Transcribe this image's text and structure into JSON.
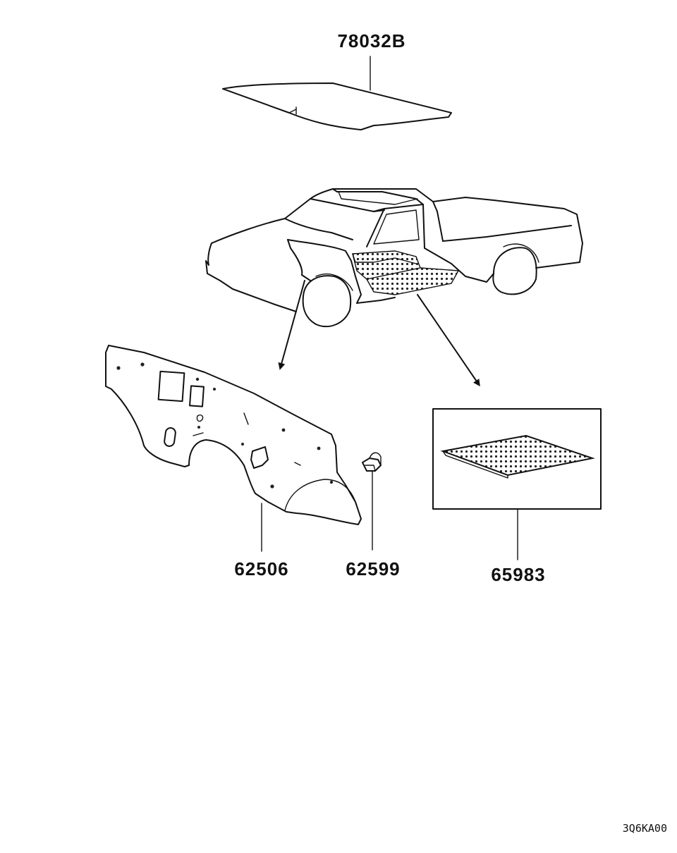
{
  "diagram": {
    "parts": [
      {
        "id": "78032B",
        "label": "78032B"
      },
      {
        "id": "62506",
        "label": "62506"
      },
      {
        "id": "62599",
        "label": "62599"
      },
      {
        "id": "65983",
        "label": "65983"
      }
    ],
    "drawing_code": "3Q6KA00"
  }
}
